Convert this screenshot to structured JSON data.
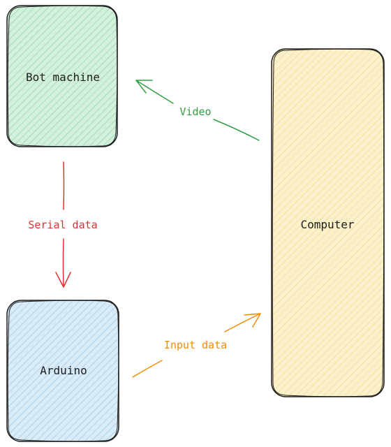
{
  "diagram": {
    "nodes": {
      "bot_machine": {
        "label": "Bot machine",
        "fill": "#d3f0dc",
        "hatch": "#8fd4a4",
        "stroke": "#1e1e1e"
      },
      "arduino": {
        "label": "Arduino",
        "fill": "#d9ebf7",
        "hatch": "#9cc8e6",
        "stroke": "#1e1e1e"
      },
      "computer": {
        "label": "Computer",
        "fill": "#fbf1cc",
        "hatch": "#efd98a",
        "stroke": "#1e1e1e"
      }
    },
    "edges": {
      "video": {
        "label": "Video",
        "from": "Computer",
        "to": "Bot machine",
        "color": "#2f9e44"
      },
      "serial_data": {
        "label": "Serial data",
        "from": "Bot machine",
        "to": "Arduino",
        "color": "#e03131"
      },
      "input_data": {
        "label": "Input data",
        "from": "Arduino",
        "to": "Computer",
        "color": "#f08c00"
      }
    }
  }
}
